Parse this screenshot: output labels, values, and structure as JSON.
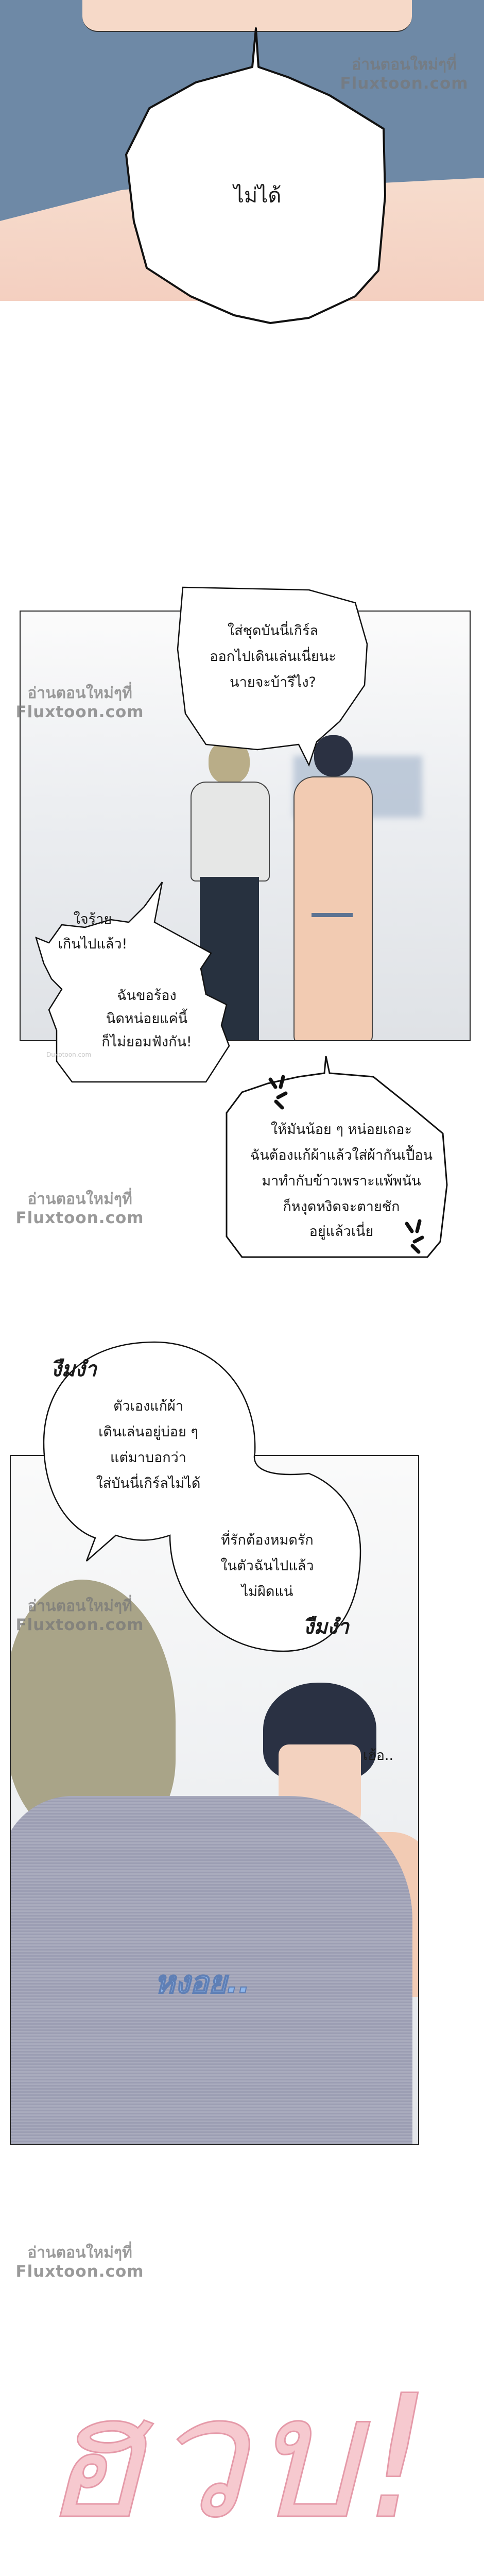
{
  "watermark": {
    "line1": "อ่านตอนใหม่ๆที่",
    "line2": "Fluxtoon.com"
  },
  "watermark_small": "Dukotoon.com",
  "panel1": {
    "bubble": "ไม่ได้"
  },
  "panel2": {
    "bubble_top": [
      "ใส่ชุดบันนี่เกิร์ล",
      "ออกไปเดินเล่นเนี่ยนะ",
      "นายจะบ้ารึไง?"
    ],
    "bubble_left_1": [
      "ใจร้าย",
      "เกินไปแล้ว!"
    ],
    "bubble_left_2": [
      "ฉันขอร้อง",
      "นิดหน่อยแค่นี้",
      "ก็ไม่ยอมฟังกัน!"
    ]
  },
  "angry_bubble": {
    "lines": [
      "ให้มันน้อย ๆ หน่อยเถอะ",
      "ฉันต้องแก้ผ้าแล้วใส่ผ้ากันเปื้อน",
      "มาทำกับข้าวเพราะแพ้พนัน",
      "ก็หงุดหงิดจะตายชัก",
      "อยู่แล้วเนี่ย"
    ],
    "icon": "anger-mark-icon"
  },
  "panel3": {
    "sfx_mumble_1": "งืมงำ",
    "bubble_a": [
      "ตัวเองแก้ผ้า",
      "เดินเล่นอยู่บ่อย ๆ",
      "แต่มาบอกว่า",
      "ใส่บันนี่เกิร์ลไม่ได้"
    ],
    "bubble_b": [
      "ที่รักต้องหมดรัก",
      "ในตัวฉันไปแล้ว",
      "ไม่ผิดแน่"
    ],
    "sfx_mumble_2": "งืมงำ",
    "sigh": "เฮ้อ..",
    "sfx_sulk": "หงอย.."
  },
  "final_sfx": "ฮวบ!",
  "colors": {
    "apron": "#6e89a6",
    "skin": "#f6d9c8",
    "sfx_pink": "#f3a9c2",
    "sulk_blue": "#8fb6ea"
  }
}
